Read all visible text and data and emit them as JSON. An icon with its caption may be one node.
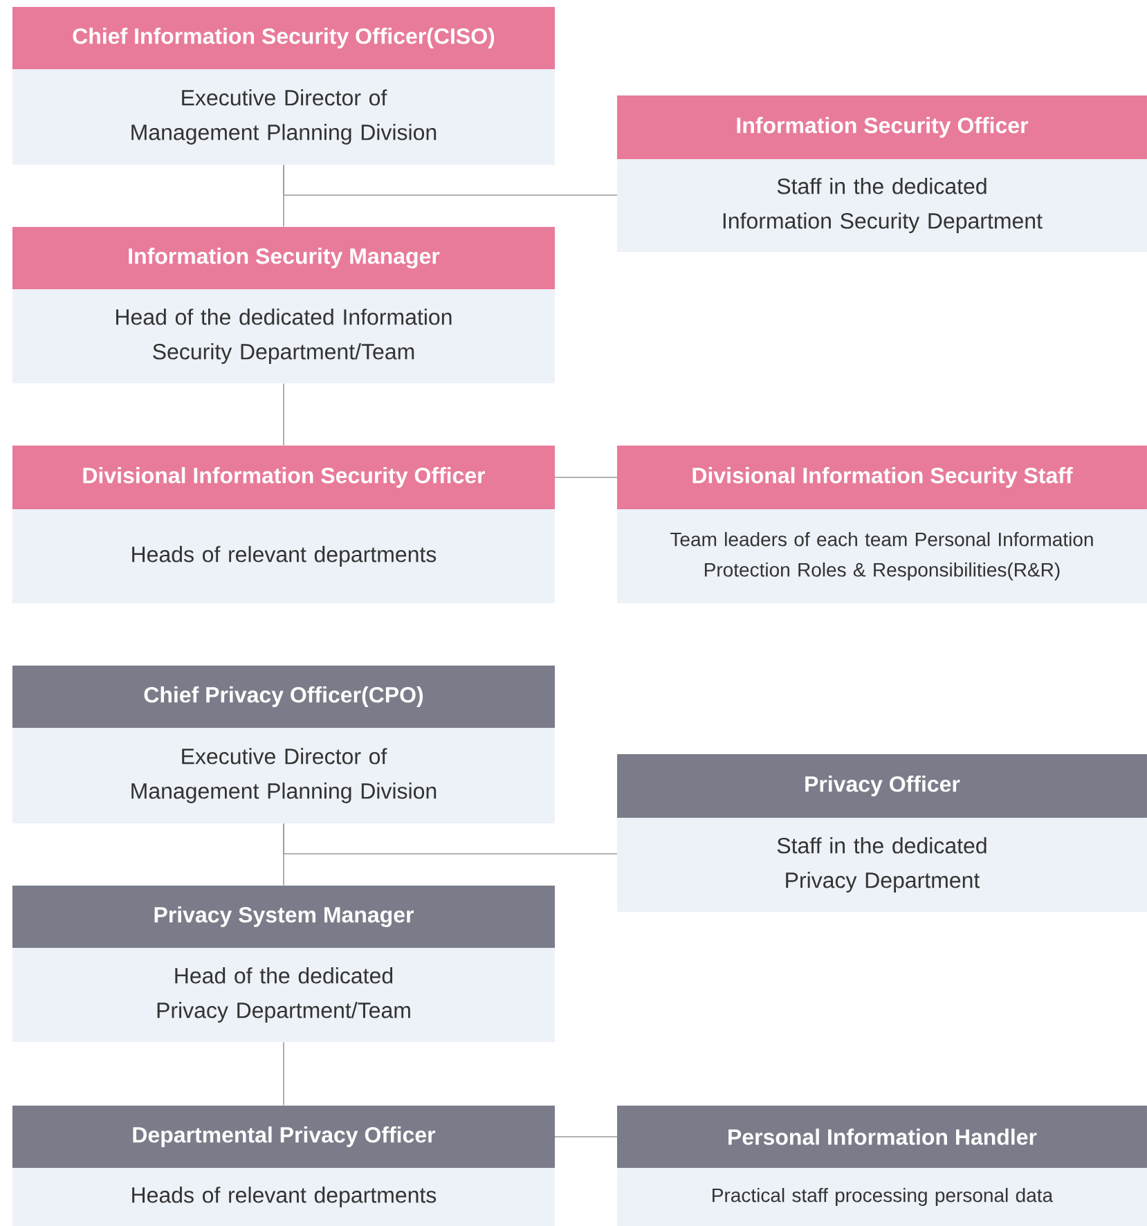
{
  "diagram": {
    "nodes": [
      {
        "text": [
          "Chief Information Security Officer(CISO)",
          "Executive Director of Management Planning Division"
        ]
      },
      {
        "text": [
          "Information Security Officer",
          "Staff in the dedicated Information Security Department"
        ]
      },
      {
        "text": [
          "Information Security Manager",
          "Head of the dedicated Information Security Department/Team"
        ]
      },
      {
        "text": [
          "Divisional Information Security Officer",
          "Heads of relevant departments"
        ]
      },
      {
        "text": [
          "Divisional Information Security Staff",
          "Team leaders of each team Personal Information Protection Roles & Responsibilities(R&R)"
        ]
      },
      {
        "text": [
          "Chief Privacy Officer(CPO)",
          "Executive Director of Management Planning Division"
        ]
      },
      {
        "text": [
          "Privacy Officer",
          "Staff in the dedicated Privacy Department"
        ]
      },
      {
        "text": [
          "Privacy System Manager",
          "Head of the dedicated Privacy Department/Team"
        ]
      },
      {
        "text": [
          "Departmental Privacy Officer",
          "Heads of relevant departments"
        ]
      },
      {
        "text": [
          "Personal Information Handler",
          "Practical staff processing personal data"
        ]
      }
    ],
    "edges": [
      {
        "from": 0,
        "to": 2,
        "arrow": "none"
      },
      {
        "from": 0,
        "to": 1,
        "arrow": "none"
      },
      {
        "from": 2,
        "to": 3,
        "arrow": "none"
      },
      {
        "from": 3,
        "to": 4,
        "arrow": "none"
      },
      {
        "from": 5,
        "to": 7,
        "arrow": "none"
      },
      {
        "from": 5,
        "to": 6,
        "arrow": "none"
      },
      {
        "from": 7,
        "to": 8,
        "arrow": "none"
      },
      {
        "from": 8,
        "to": 9,
        "arrow": "none"
      }
    ]
  }
}
